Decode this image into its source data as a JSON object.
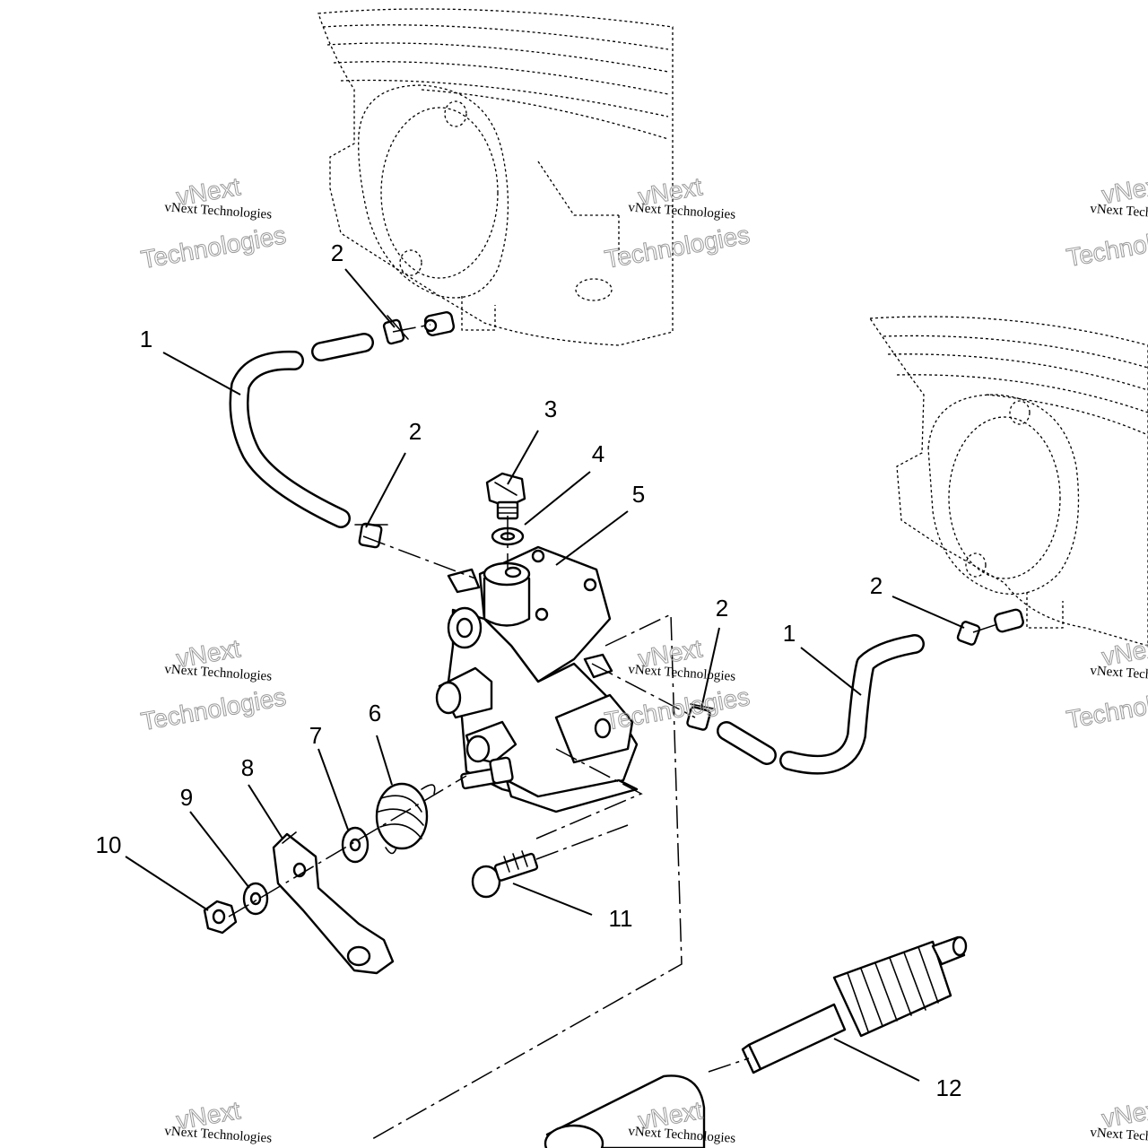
{
  "callouts": [
    {
      "id": "1",
      "label": "1"
    },
    {
      "id": "1b",
      "label": "1"
    },
    {
      "id": "2a",
      "label": "2"
    },
    {
      "id": "2b",
      "label": "2"
    },
    {
      "id": "2c",
      "label": "2"
    },
    {
      "id": "2d",
      "label": "2"
    },
    {
      "id": "3",
      "label": "3"
    },
    {
      "id": "4",
      "label": "4"
    },
    {
      "id": "5",
      "label": "5"
    },
    {
      "id": "6",
      "label": "6"
    },
    {
      "id": "7",
      "label": "7"
    },
    {
      "id": "8",
      "label": "8"
    },
    {
      "id": "9",
      "label": "9"
    },
    {
      "id": "10",
      "label": "10"
    },
    {
      "id": "11",
      "label": "11"
    },
    {
      "id": "12",
      "label": "12"
    }
  ],
  "watermark": {
    "line1": "vNext Technologies",
    "line2": "vNext",
    "line3": "Technologies"
  }
}
